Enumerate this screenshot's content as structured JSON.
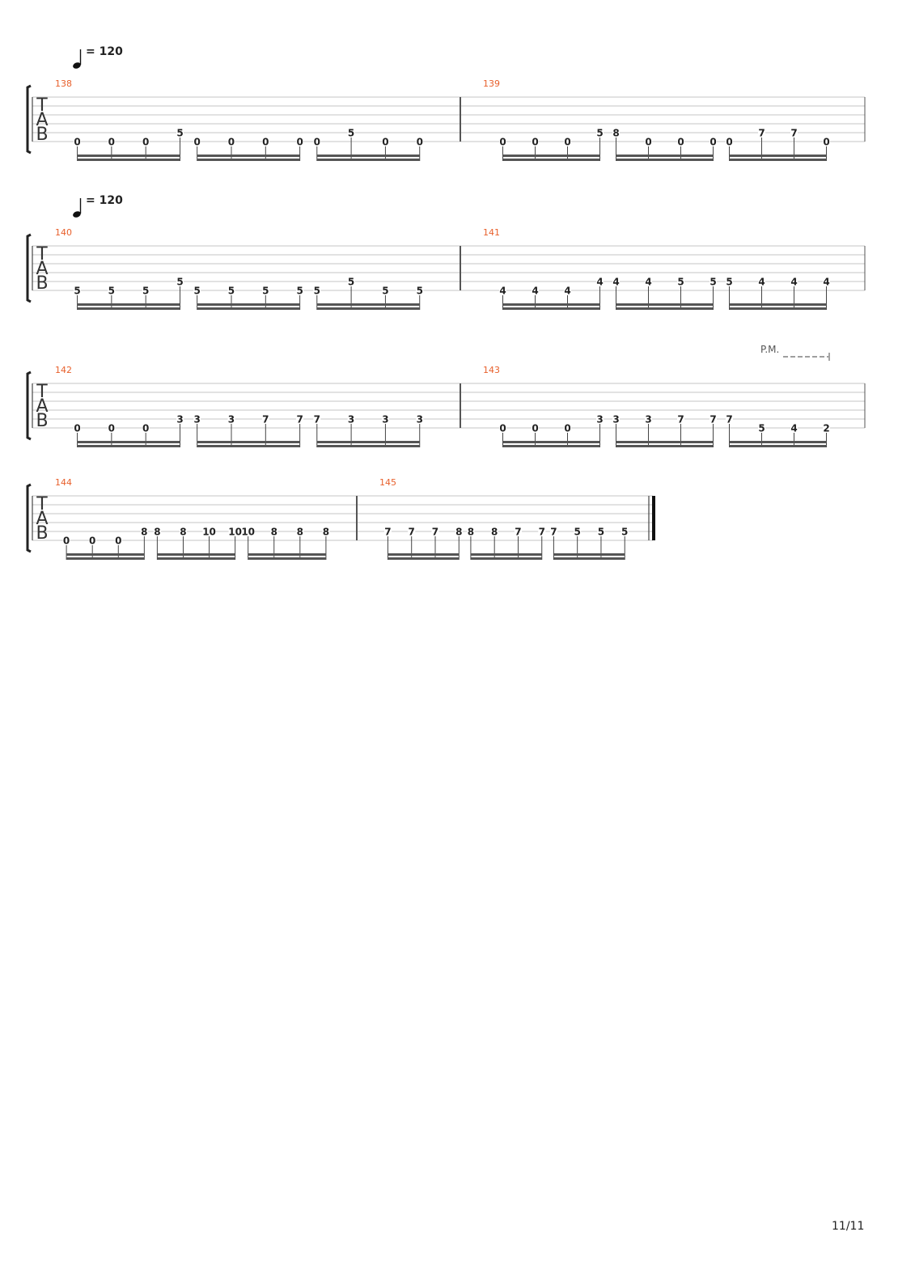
{
  "tab_clef": [
    "T",
    "A",
    "B"
  ],
  "systems": [
    {
      "tempo": "= 120",
      "measures": [
        {
          "number": "138",
          "beams": [
            [
              {
                "fret": "0",
                "string": 6
              },
              {
                "fret": "0",
                "string": 6
              },
              {
                "fret": "0",
                "string": 6
              },
              {
                "fret": "5",
                "string": 5
              }
            ],
            [
              {
                "fret": "0",
                "string": 6
              },
              {
                "fret": "0",
                "string": 6
              },
              {
                "fret": "0",
                "string": 6
              },
              {
                "fret": "0",
                "string": 6
              }
            ],
            [
              {
                "fret": "0",
                "string": 6
              },
              {
                "fret": "5",
                "string": 5
              },
              {
                "fret": "0",
                "string": 6
              },
              {
                "fret": "0",
                "string": 6
              }
            ]
          ]
        },
        {
          "number": "139",
          "beams": [
            [
              {
                "fret": "0",
                "string": 6
              },
              {
                "fret": "0",
                "string": 6
              },
              {
                "fret": "0",
                "string": 6
              },
              {
                "fret": "5",
                "string": 5
              }
            ],
            [
              {
                "fret": "8",
                "string": 5
              },
              {
                "fret": "0",
                "string": 6
              },
              {
                "fret": "0",
                "string": 6
              },
              {
                "fret": "0",
                "string": 6
              }
            ],
            [
              {
                "fret": "0",
                "string": 6
              },
              {
                "fret": "7",
                "string": 5
              },
              {
                "fret": "7",
                "string": 5
              },
              {
                "fret": "0",
                "string": 6
              }
            ]
          ]
        }
      ]
    },
    {
      "tempo": "= 120",
      "measures": [
        {
          "number": "140",
          "beams": [
            [
              {
                "fret": "5",
                "string": 6
              },
              {
                "fret": "5",
                "string": 6
              },
              {
                "fret": "5",
                "string": 6
              },
              {
                "fret": "5",
                "string": 5
              }
            ],
            [
              {
                "fret": "5",
                "string": 6
              },
              {
                "fret": "5",
                "string": 6
              },
              {
                "fret": "5",
                "string": 6
              },
              {
                "fret": "5",
                "string": 6
              }
            ],
            [
              {
                "fret": "5",
                "string": 6
              },
              {
                "fret": "5",
                "string": 5
              },
              {
                "fret": "5",
                "string": 6
              },
              {
                "fret": "5",
                "string": 6
              }
            ]
          ]
        },
        {
          "number": "141",
          "beams": [
            [
              {
                "fret": "4",
                "string": 6
              },
              {
                "fret": "4",
                "string": 6
              },
              {
                "fret": "4",
                "string": 6
              },
              {
                "fret": "4",
                "string": 5
              }
            ],
            [
              {
                "fret": "4",
                "string": 5
              },
              {
                "fret": "4",
                "string": 5
              },
              {
                "fret": "5",
                "string": 5
              },
              {
                "fret": "5",
                "string": 5
              }
            ],
            [
              {
                "fret": "5",
                "string": 5
              },
              {
                "fret": "4",
                "string": 5
              },
              {
                "fret": "4",
                "string": 5
              },
              {
                "fret": "4",
                "string": 5
              }
            ]
          ]
        }
      ]
    },
    {
      "tempo": "",
      "pm_label": "P.M.",
      "measures": [
        {
          "number": "142",
          "beams": [
            [
              {
                "fret": "0",
                "string": 6
              },
              {
                "fret": "0",
                "string": 6
              },
              {
                "fret": "0",
                "string": 6
              },
              {
                "fret": "3",
                "string": 5
              }
            ],
            [
              {
                "fret": "3",
                "string": 5
              },
              {
                "fret": "3",
                "string": 5
              },
              {
                "fret": "7",
                "string": 5
              },
              {
                "fret": "7",
                "string": 5
              }
            ],
            [
              {
                "fret": "7",
                "string": 5
              },
              {
                "fret": "3",
                "string": 5
              },
              {
                "fret": "3",
                "string": 5
              },
              {
                "fret": "3",
                "string": 5
              }
            ]
          ]
        },
        {
          "number": "143",
          "beams": [
            [
              {
                "fret": "0",
                "string": 6
              },
              {
                "fret": "0",
                "string": 6
              },
              {
                "fret": "0",
                "string": 6
              },
              {
                "fret": "3",
                "string": 5
              }
            ],
            [
              {
                "fret": "3",
                "string": 5
              },
              {
                "fret": "3",
                "string": 5
              },
              {
                "fret": "7",
                "string": 5
              },
              {
                "fret": "7",
                "string": 5
              }
            ],
            [
              {
                "fret": "7",
                "string": 5
              },
              {
                "fret": "5",
                "string": 6
              },
              {
                "fret": "4",
                "string": 6
              },
              {
                "fret": "2",
                "string": 6
              }
            ]
          ]
        }
      ]
    },
    {
      "tempo": "",
      "measures": [
        {
          "number": "144",
          "beams": [
            [
              {
                "fret": "0",
                "string": 6
              },
              {
                "fret": "0",
                "string": 6
              },
              {
                "fret": "0",
                "string": 6
              },
              {
                "fret": "8",
                "string": 5
              }
            ],
            [
              {
                "fret": "8",
                "string": 5
              },
              {
                "fret": "8",
                "string": 5
              },
              {
                "fret": "10",
                "string": 5
              },
              {
                "fret": "10",
                "string": 5
              }
            ],
            [
              {
                "fret": "10",
                "string": 5
              },
              {
                "fret": "8",
                "string": 5
              },
              {
                "fret": "8",
                "string": 5
              },
              {
                "fret": "8",
                "string": 5
              }
            ]
          ]
        },
        {
          "number": "145",
          "beams": [
            [
              {
                "fret": "7",
                "string": 5
              },
              {
                "fret": "7",
                "string": 5
              },
              {
                "fret": "7",
                "string": 5
              },
              {
                "fret": "8",
                "string": 5
              }
            ],
            [
              {
                "fret": "8",
                "string": 5
              },
              {
                "fret": "8",
                "string": 5
              },
              {
                "fret": "7",
                "string": 5
              },
              {
                "fret": "7",
                "string": 5
              }
            ],
            [
              {
                "fret": "7",
                "string": 5
              },
              {
                "fret": "5",
                "string": 5
              },
              {
                "fret": "5",
                "string": 5
              },
              {
                "fret": "5",
                "string": 5
              }
            ]
          ]
        }
      ]
    }
  ],
  "colors": {
    "measure_number": "#e8602c",
    "staff_line": "#c4c4c4",
    "ink": "#222222",
    "beam": "#555555"
  },
  "page_number": "11/11"
}
